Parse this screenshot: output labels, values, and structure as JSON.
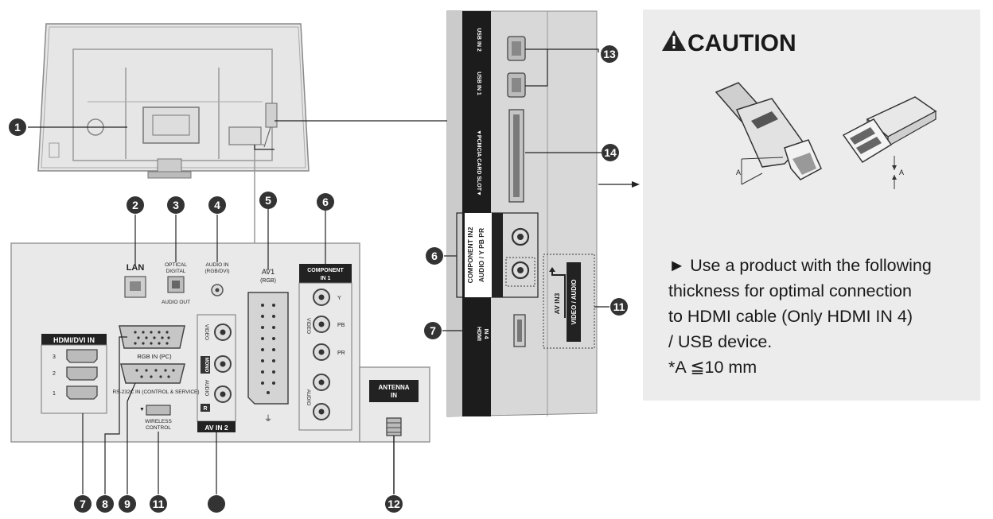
{
  "rear_panel": {
    "lan": "LAN",
    "optical_1": "OPTICAL",
    "optical_2": "DIGITAL",
    "audio_out": "AUDIO OUT",
    "audio_in_1": "AUDIO IN",
    "audio_in_2": "(RGB/DVI)",
    "av1_1": "AV1",
    "av1_2": "(RGB)",
    "component_in1_1": "COMPONENT",
    "component_in1_2": "IN 1",
    "comp_y": "Y",
    "comp_pb": "PB",
    "comp_pr": "PR",
    "comp_video": "VIDEO",
    "comp_audio": "AUDIO",
    "hdmi_dvi_in": "HDMI/DVI IN",
    "hdmi_3": "3",
    "hdmi_2": "2",
    "hdmi_1": "1",
    "rgb_in_pc": "RGB IN (PC)",
    "rs232c": "RS-232C IN (CONTROL & SERVICE)",
    "wireless_1": "WIRELESS",
    "wireless_2": "CONTROL",
    "av2_video": "VIDEO",
    "av2_mono": "MONO",
    "av2_audio": "AUDIO",
    "av2_r": "R",
    "av_in2": "AV IN 2",
    "antenna_1": "ANTENNA",
    "antenna_2": "IN"
  },
  "side_panel": {
    "usb_in2": "USB IN 2",
    "usb_in1": "USB IN 1",
    "pcmcia": "▼PCMCIA CARD SLOT▼",
    "component_in2_1": "COMPONENT IN2",
    "component_in2_2": "AUDIO / Y  PB  PR",
    "hdmi_in4_1": "HDMI",
    "hdmi_in4_2": "IN 4",
    "av_in3_1": "AV IN3",
    "av_in3_2": "VIDEO / AUDIO"
  },
  "callouts": {
    "c1": "1",
    "c2": "2",
    "c3": "3",
    "c4": "4",
    "c5": "5",
    "c6": "6",
    "c6b": "6",
    "c7": "7",
    "c7b": "7",
    "c8": "8",
    "c9": "9",
    "c11": "11",
    "c11b": "11",
    "c12": "12",
    "c13": "13",
    "c14": "14"
  },
  "caution": {
    "title": "CAUTION",
    "line1": "► Use a product with the following",
    "line2": "thickness for optimal connection",
    "line3": "to HDMI cable (Only HDMI IN 4)",
    "line4": "/ USB device.",
    "line5": "*A  ≦10 mm",
    "dim_a_1": "A",
    "dim_a_2": "A"
  }
}
